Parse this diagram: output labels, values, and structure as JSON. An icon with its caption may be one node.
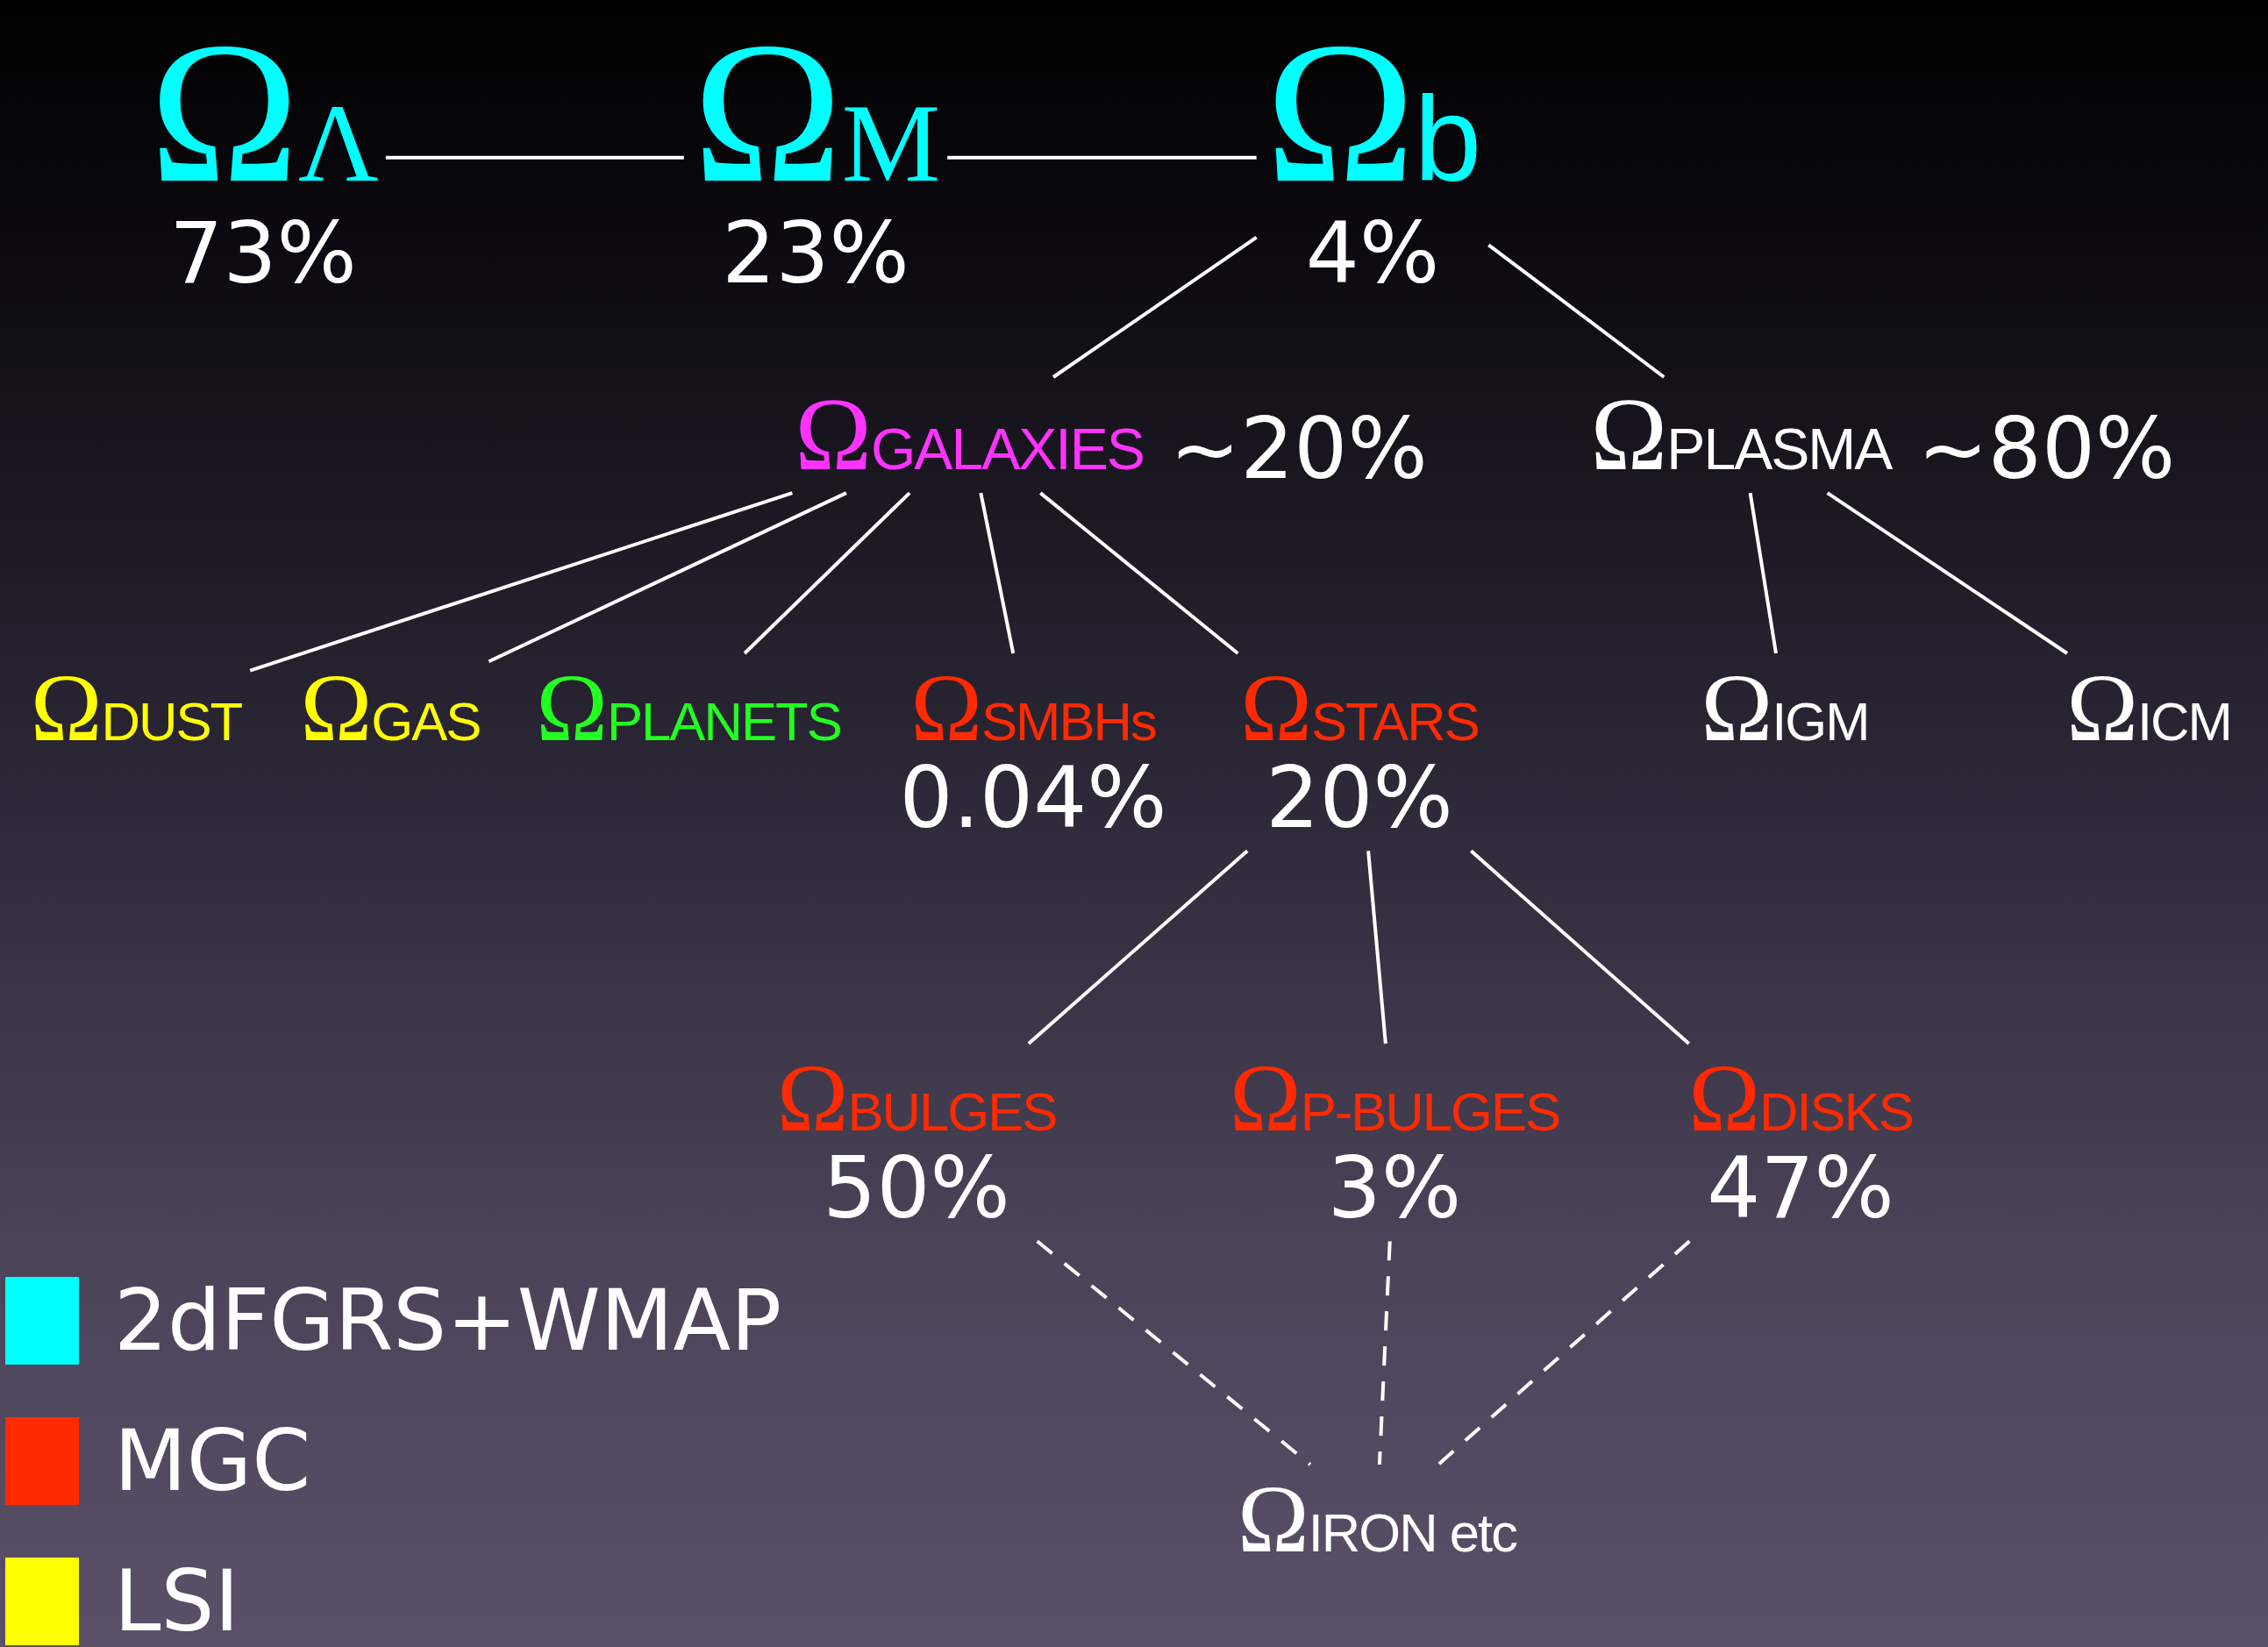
{
  "diagram": {
    "nodes": [
      {
        "text": [
          "Ω$_{Λ}$",
          "73%"
        ]
      },
      {
        "text": [
          "Ω$_{M}$",
          "23%"
        ]
      },
      {
        "text": [
          "Ω$_{b}$",
          "4%"
        ]
      },
      {
        "text": [
          "Ω$_{GALAXIES}$"
        ],
        "beside": [
          "~20%"
        ]
      },
      {
        "text": [
          "Ω$_{PLASMA}$"
        ],
        "beside": [
          "~80%"
        ]
      },
      {
        "text": [
          "Ω$_{DUST}$"
        ]
      },
      {
        "text": [
          "Ω$_{GAS}$"
        ]
      },
      {
        "text": [
          "Ω$_{PLANETS}$"
        ]
      },
      {
        "text": [
          "Ω$_{SMBHs}$",
          "0.04%"
        ]
      },
      {
        "text": [
          "Ω$_{STARS}$",
          "20%"
        ]
      },
      {
        "text": [
          "Ω$_{IGM}$"
        ]
      },
      {
        "text": [
          "Ω$_{ICM}$"
        ]
      },
      {
        "text": [
          "Ω$_{BULGES}$",
          "50%"
        ]
      },
      {
        "text": [
          "Ω$_{P-BULGES}$",
          "3%"
        ]
      },
      {
        "text": [
          "Ω$_{DISKS}$",
          "47%"
        ]
      },
      {
        "text": [
          "Ω$_{IRON etc}$"
        ]
      }
    ],
    "edges": [
      {
        "from": 0,
        "to": 1,
        "arrow": "none"
      },
      {
        "from": 1,
        "to": 2,
        "arrow": "none"
      },
      {
        "from": 2,
        "to": 3,
        "arrow": "none"
      },
      {
        "from": 2,
        "to": 4,
        "arrow": "none"
      },
      {
        "from": 3,
        "to": 5,
        "arrow": "none"
      },
      {
        "from": 3,
        "to": 6,
        "arrow": "none"
      },
      {
        "from": 3,
        "to": 7,
        "arrow": "none"
      },
      {
        "from": 3,
        "to": 8,
        "arrow": "none"
      },
      {
        "from": 3,
        "to": 9,
        "arrow": "none"
      },
      {
        "from": 4,
        "to": 10,
        "arrow": "none"
      },
      {
        "from": 4,
        "to": 11,
        "arrow": "none"
      },
      {
        "from": 9,
        "to": 12,
        "arrow": "none"
      },
      {
        "from": 9,
        "to": 13,
        "arrow": "none"
      },
      {
        "from": 9,
        "to": 14,
        "arrow": "none"
      },
      {
        "from": 12,
        "to": 15,
        "arrow": "none",
        "style": "dashed"
      },
      {
        "from": 13,
        "to": 15,
        "arrow": "none",
        "style": "dashed"
      },
      {
        "from": 14,
        "to": 15,
        "arrow": "none",
        "style": "dashed"
      }
    ],
    "legend": [
      {
        "text": "2dFGRS+WMAP",
        "color": "#00ffff"
      },
      {
        "text": "MGC",
        "color": "#ff2a00"
      },
      {
        "text": "LSI",
        "color": "#ffff00"
      }
    ]
  }
}
